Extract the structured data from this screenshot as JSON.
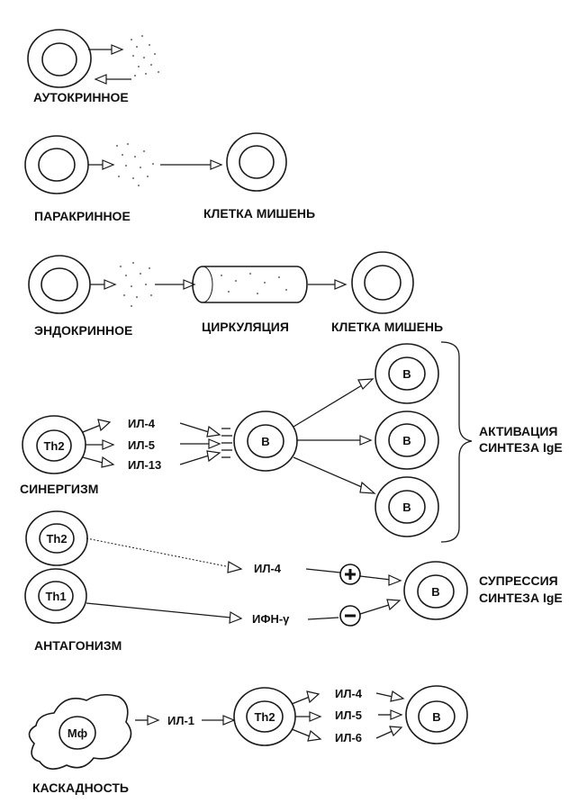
{
  "labels": {
    "autocrine": "АУТОКРИННОЕ",
    "paracrine": "ПАРАКРИННОЕ",
    "target1": "КЛЕТКА МИШЕНЬ",
    "endocrine": "ЭНДОКРИННОЕ",
    "circulation": "ЦИРКУЛЯЦИЯ",
    "target2": "КЛЕТКА МИШЕНЬ",
    "synergism": "СИНЕРГИЗМ",
    "activation_1": "АКТИВАЦИЯ",
    "activation_2": "СИНТЕЗА IgE",
    "suppression_1": "СУПРЕССИЯ",
    "suppression_2": "СИНТЕЗА IgE",
    "antagonism": "АНТАГОНИЗМ",
    "cascade": "КАСКАДНОСТЬ"
  },
  "synergism": {
    "th2": "Th2",
    "cytokines": [
      "ИЛ-4",
      "ИЛ-5",
      "ИЛ-13"
    ],
    "b_center": "B",
    "b_targets": [
      "B",
      "B",
      "B"
    ]
  },
  "antagonism": {
    "th2": "Th2",
    "th1": "Th1",
    "il4": "ИЛ-4",
    "ifn": "ИФН-γ",
    "plus": "+",
    "minus": "−",
    "b": "B"
  },
  "cascade": {
    "mf": "Мф",
    "il1": "ИЛ-1",
    "th2": "Th2",
    "cytokines": [
      "ИЛ-4",
      "ИЛ-5",
      "ИЛ-6"
    ],
    "b": "B"
  }
}
